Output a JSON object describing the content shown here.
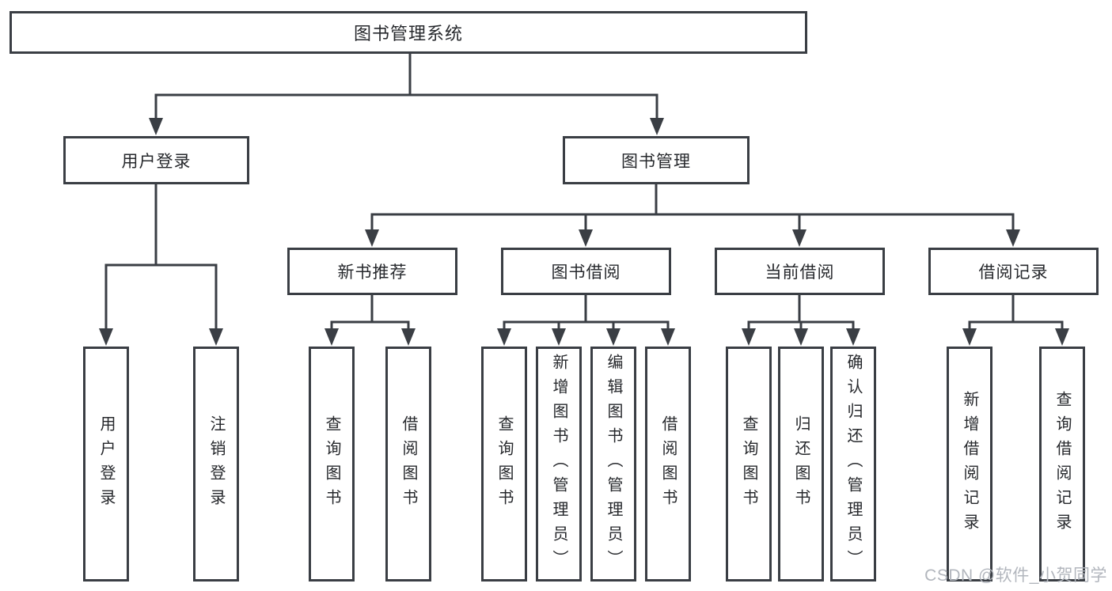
{
  "diagram": {
    "title": "图书管理系统",
    "branches": [
      {
        "label": "用户登录",
        "children": [
          {
            "label": "用户登录"
          },
          {
            "label": "注销登录"
          }
        ]
      },
      {
        "label": "图书管理",
        "children": [
          {
            "label": "新书推荐",
            "children": [
              {
                "label": "查询图书"
              },
              {
                "label": "借阅图书"
              }
            ]
          },
          {
            "label": "图书借阅",
            "children": [
              {
                "label": "查询图书"
              },
              {
                "label": "新增图书（管理员）"
              },
              {
                "label": "编辑图书（管理员）"
              },
              {
                "label": "借阅图书"
              }
            ]
          },
          {
            "label": "当前借阅",
            "children": [
              {
                "label": "查询图书"
              },
              {
                "label": "归还图书"
              },
              {
                "label": "确认归还（管理员）"
              }
            ]
          },
          {
            "label": "借阅记录",
            "children": [
              {
                "label": "新增借阅记录"
              },
              {
                "label": "查询借阅记录"
              }
            ]
          }
        ]
      }
    ]
  },
  "watermark": {
    "text": "CSDN @软件_小贺同学"
  },
  "colors": {
    "line": "#3a3e44",
    "text": "#26282c",
    "background": "#ffffff",
    "watermark": "#b2b6bd"
  }
}
